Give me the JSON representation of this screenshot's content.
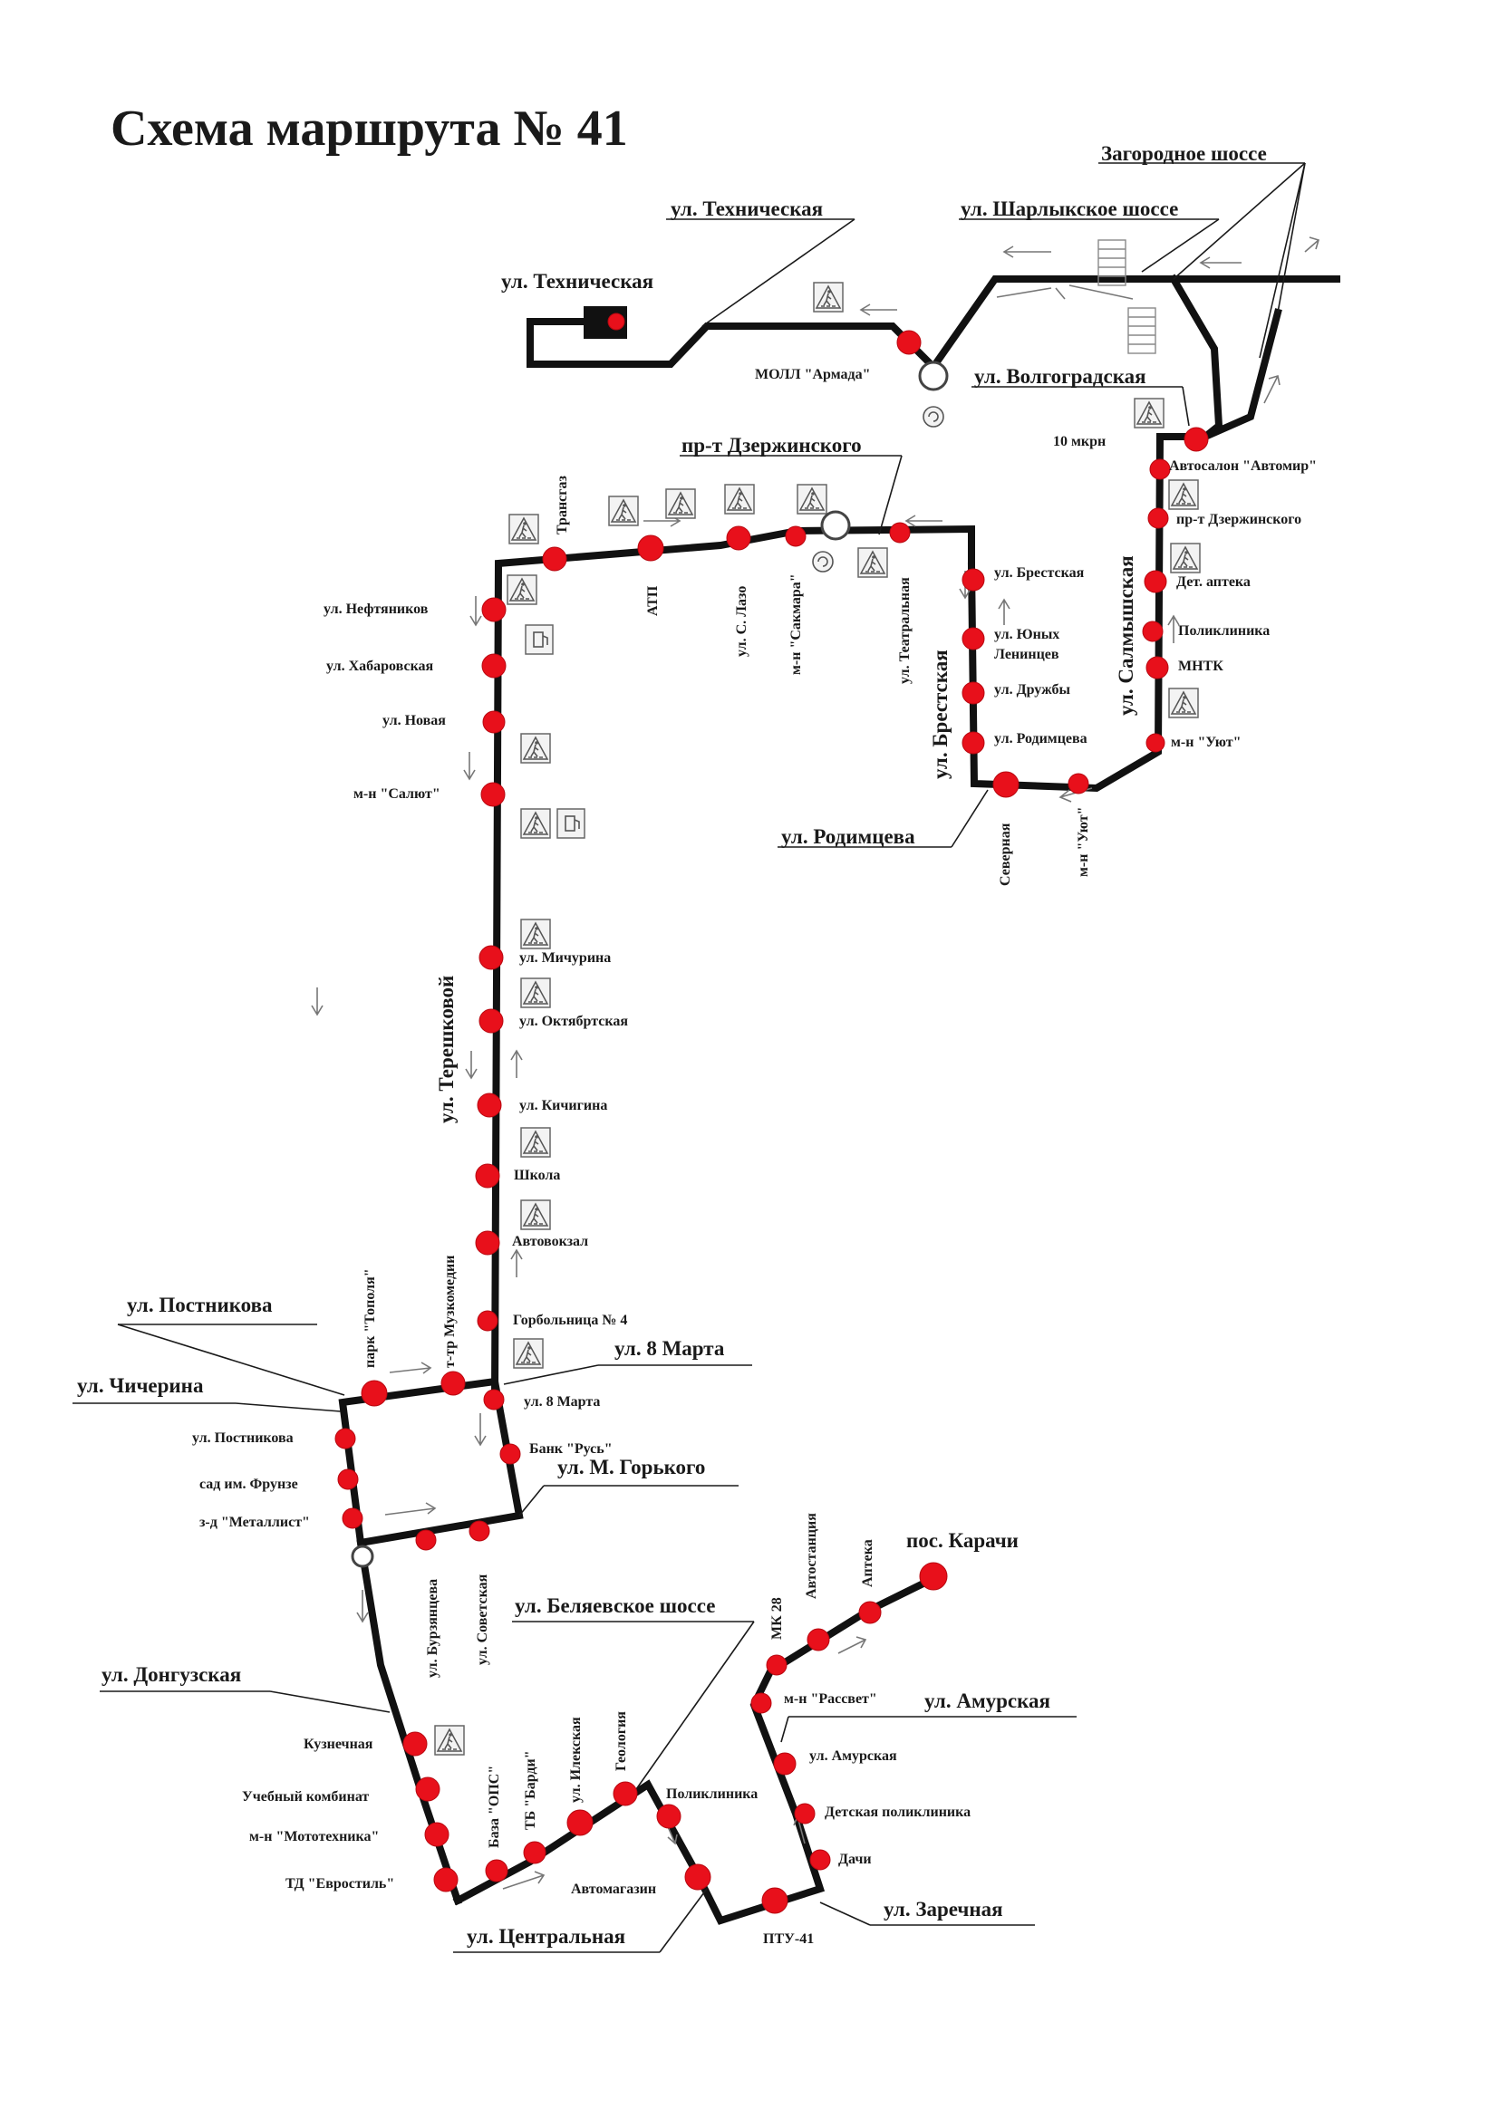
{
  "title": "Схема маршрута № 41",
  "colors": {
    "route": "#111111",
    "stop": "#e8101b",
    "text": "#1a1a1a"
  },
  "icons": [
    "pedestrian-crossing-sign-icon",
    "roundabout-sign-icon",
    "fuel-station-sign-icon",
    "terminal-square-icon"
  ],
  "streets": [
    "ул. Техническая",
    "ул. Техническая",
    "ул. Шарлыкское шоссе",
    "Загородное шоссе",
    "ул. Волгоградская",
    "пр-т Дзержинского",
    "ул. Салмышская",
    "ул. Брестская",
    "ул. Родимцева",
    "ул. Терешковой",
    "ул. Постникова",
    "ул. Чичерина",
    "ул. 8 Марта",
    "ул. М. Горького",
    "ул. Донгузская",
    "ул. Беляевское шоссе",
    "пос. Карачи",
    "ул. Амурская",
    "ул. Заречная",
    "ул. Центральная"
  ],
  "stops": [
    "МОЛЛ \"Армада\"",
    "10 мкрн",
    "Автосалон \"Автомир\"",
    "пр-т Дзержинского",
    "Дет. аптека",
    "Поликлиника",
    "МНТК",
    "м-н \"Уют\"",
    "м-н \"Уют\"",
    "Северная",
    "ул. Родимцева",
    "ул. Дружбы",
    "ул. Юных",
    "Ленинцев",
    "ул. Брестская",
    "ул. Театральная",
    "м-н \"Сакмара\"",
    "ул. С. Лазо",
    "АТП",
    "Трансгаз",
    "ул. Нефтяников",
    "ул. Хабаровская",
    "ул. Новая",
    "м-н \"Салют\"",
    "ул. Мичурина",
    "ул. Октябртская",
    "ул. Кичигина",
    "Школа",
    "Автовокзал",
    "Горбольница № 4",
    "ул. 8 Марта",
    "Банк \"Русь\"",
    "т-тр Музкомедии",
    "парк \"Тополя\"",
    "ул. Постникова",
    "сад им. Фрунзе",
    "з-д \"Металлист\"",
    "ул. Бурзянцева",
    "ул. Советская",
    "Кузнечная",
    "Учебный комбинат",
    "м-н \"Мототехника\"",
    "ТД \"Евростиль\"",
    "База \"ОПС\"",
    "ТБ \"Барди\"",
    "ул. Илекская",
    "Геология",
    "Поликлиника",
    "Автомагазин",
    "ПТУ-41",
    "Дачи",
    "Детская поликлиника",
    "ул. Амурская",
    "м-н \"Рассвет\"",
    "МК 28",
    "Автостанция",
    "Аптека"
  ]
}
